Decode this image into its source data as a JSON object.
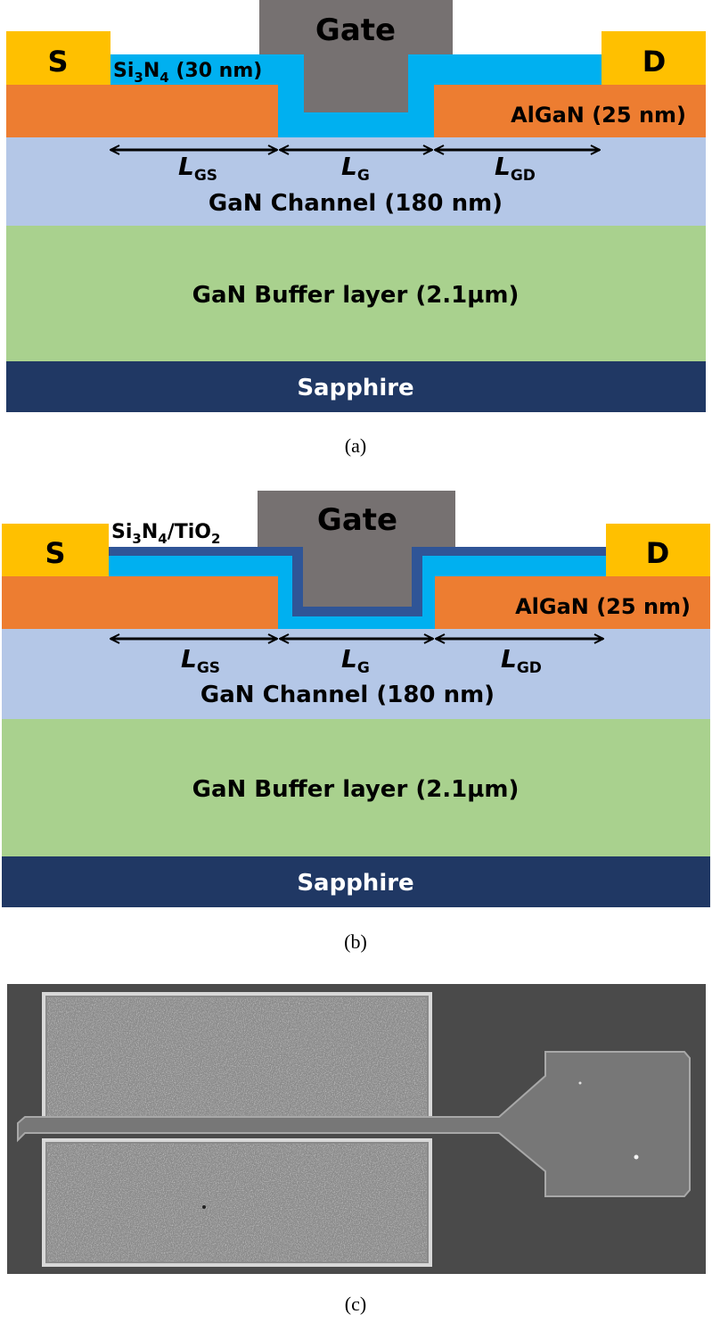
{
  "colors": {
    "metal": "#FFC000",
    "gate": "#767171",
    "si3n4": "#00B0F0",
    "tio2": "#2F5597",
    "algan": "#ED7D31",
    "channel": "#B4C7E7",
    "buffer": "#A9D18E",
    "sapphire": "#203864"
  },
  "panel_a": {
    "source": "S",
    "drain": "D",
    "gate": "Gate",
    "passivation": {
      "base": "Si",
      "sub1": "3",
      "mid": "N",
      "sub2": "4",
      "tail": " (30 nm)"
    },
    "algan": "AlGaN (25 nm)",
    "lgs": {
      "main": "L",
      "sub": "GS"
    },
    "lg": {
      "main": "L",
      "sub": "G"
    },
    "lgd": {
      "main": "L",
      "sub": "GD"
    },
    "channel": "GaN Channel (180 nm)",
    "buffer": "GaN Buffer layer (2.1µm)",
    "substrate": "Sapphire",
    "caption": "(a)"
  },
  "panel_b": {
    "source": "S",
    "drain": "D",
    "gate": "Gate",
    "passivation": {
      "base": "Si",
      "sub1": "3",
      "mid": "N",
      "sub2": "4",
      "mid2": "/TiO",
      "sub3": "2"
    },
    "algan": "AlGaN (25 nm)",
    "lgs": {
      "main": "L",
      "sub": "GS"
    },
    "lg": {
      "main": "L",
      "sub": "G"
    },
    "lgd": {
      "main": "L",
      "sub": "GD"
    },
    "channel": "GaN Channel (180 nm)",
    "buffer": "GaN Buffer layer (2.1µm)",
    "substrate": "Sapphire",
    "caption": "(b)"
  },
  "panel_c": {
    "caption": "(c)"
  }
}
